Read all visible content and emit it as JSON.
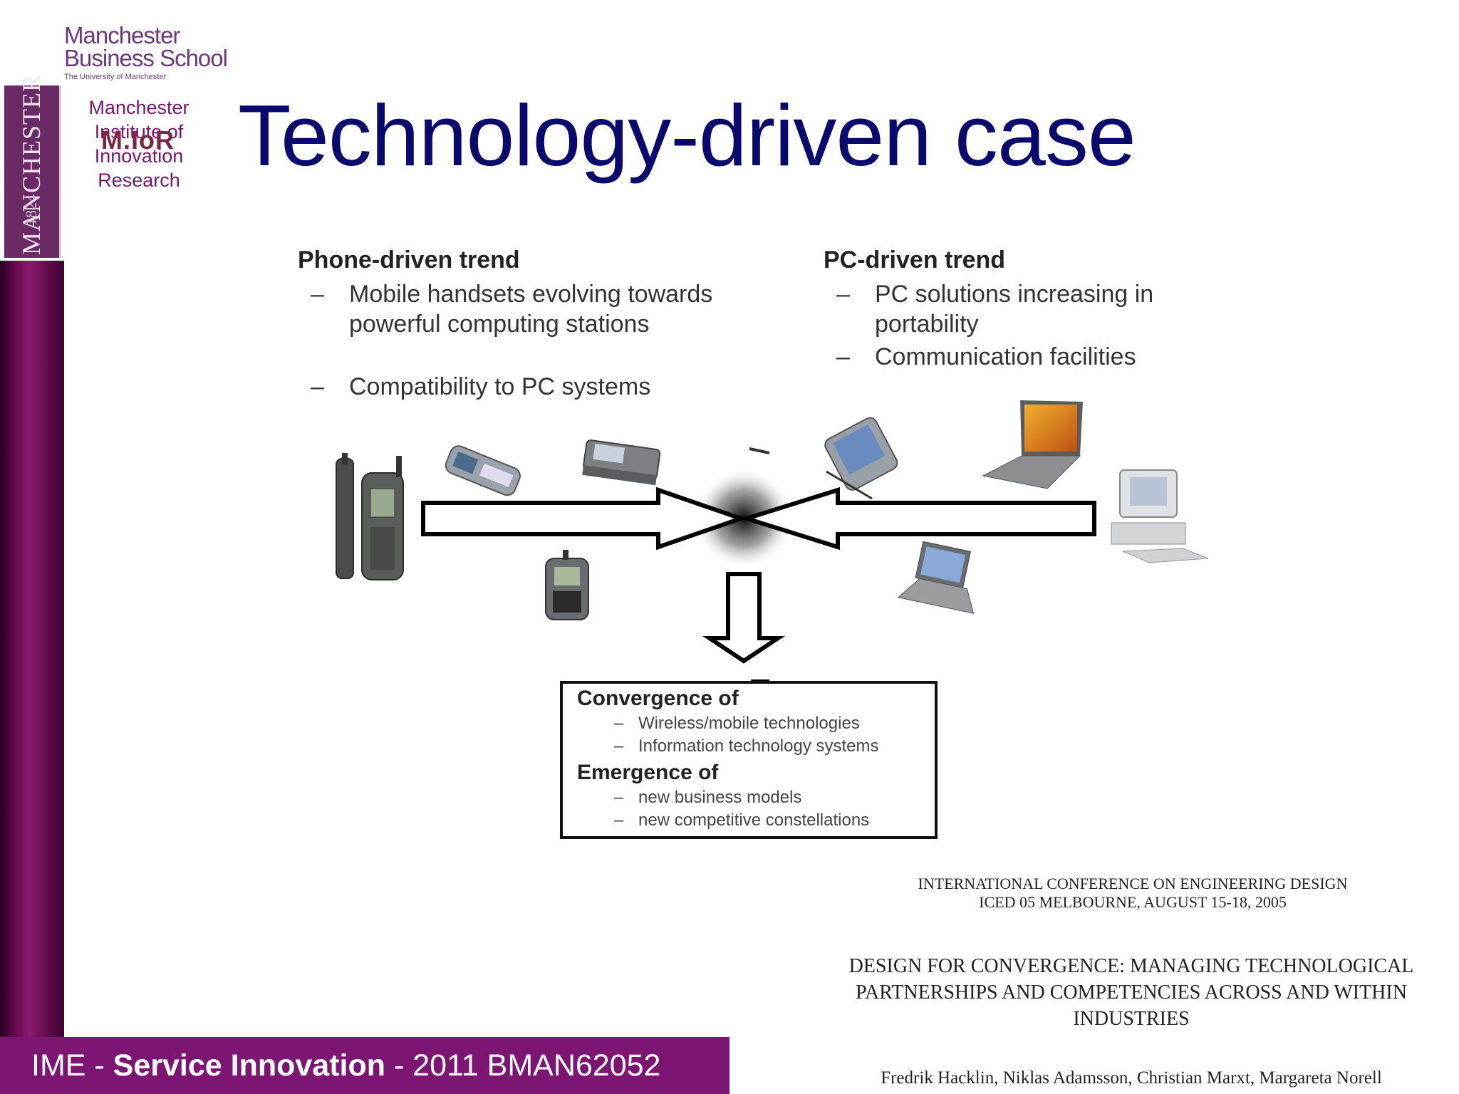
{
  "branding": {
    "mbs_line1": "Manchester",
    "mbs_line2": "Business School",
    "mbs_line3": "The University of Manchester",
    "crest_name": "MANCHESTER",
    "crest_year": "1824",
    "mior_lines": [
      "Manchester",
      "Institute of",
      "Innovation",
      "Research"
    ],
    "mior_mark": "M.IoR"
  },
  "slide": {
    "title": "Technology-driven case"
  },
  "phone_trend": {
    "heading": "Phone-driven trend",
    "bullets": [
      "Mobile handsets evolving towards powerful computing stations",
      "Compatibility to PC systems"
    ]
  },
  "pc_trend": {
    "heading": "PC-driven trend",
    "bullets": [
      "PC solutions increasing in portability",
      "Communication facilities"
    ]
  },
  "convergence_box": {
    "heading1": "Convergence of",
    "items1": [
      "Wireless/mobile technologies",
      "Information technology systems"
    ],
    "heading2": "Emergence of",
    "items2": [
      "new business models",
      "new competitive constellations"
    ]
  },
  "reference": {
    "conference_line1": "INTERNATIONAL CONFERENCE ON ENGINEERING DESIGN",
    "conference_line2": "ICED 05 MELBOURNE, AUGUST 15-18, 2005",
    "paper_title_lines": [
      "DESIGN FOR CONVERGENCE: MANAGING TECHNOLOGICAL",
      "PARTNERSHIPS AND COMPETENCIES ACROSS AND WITHIN",
      "INDUSTRIES"
    ],
    "authors": "Fredrik Hacklin, Niklas Adamsson, Christian Marxt, Margareta Norell"
  },
  "footer": {
    "prefix": "IME - ",
    "bold": "Service Innovation",
    "suffix": " - 2011 BMAN62052"
  },
  "colors": {
    "title": "#0a0a6e",
    "brand_purple": "#7d1572"
  }
}
